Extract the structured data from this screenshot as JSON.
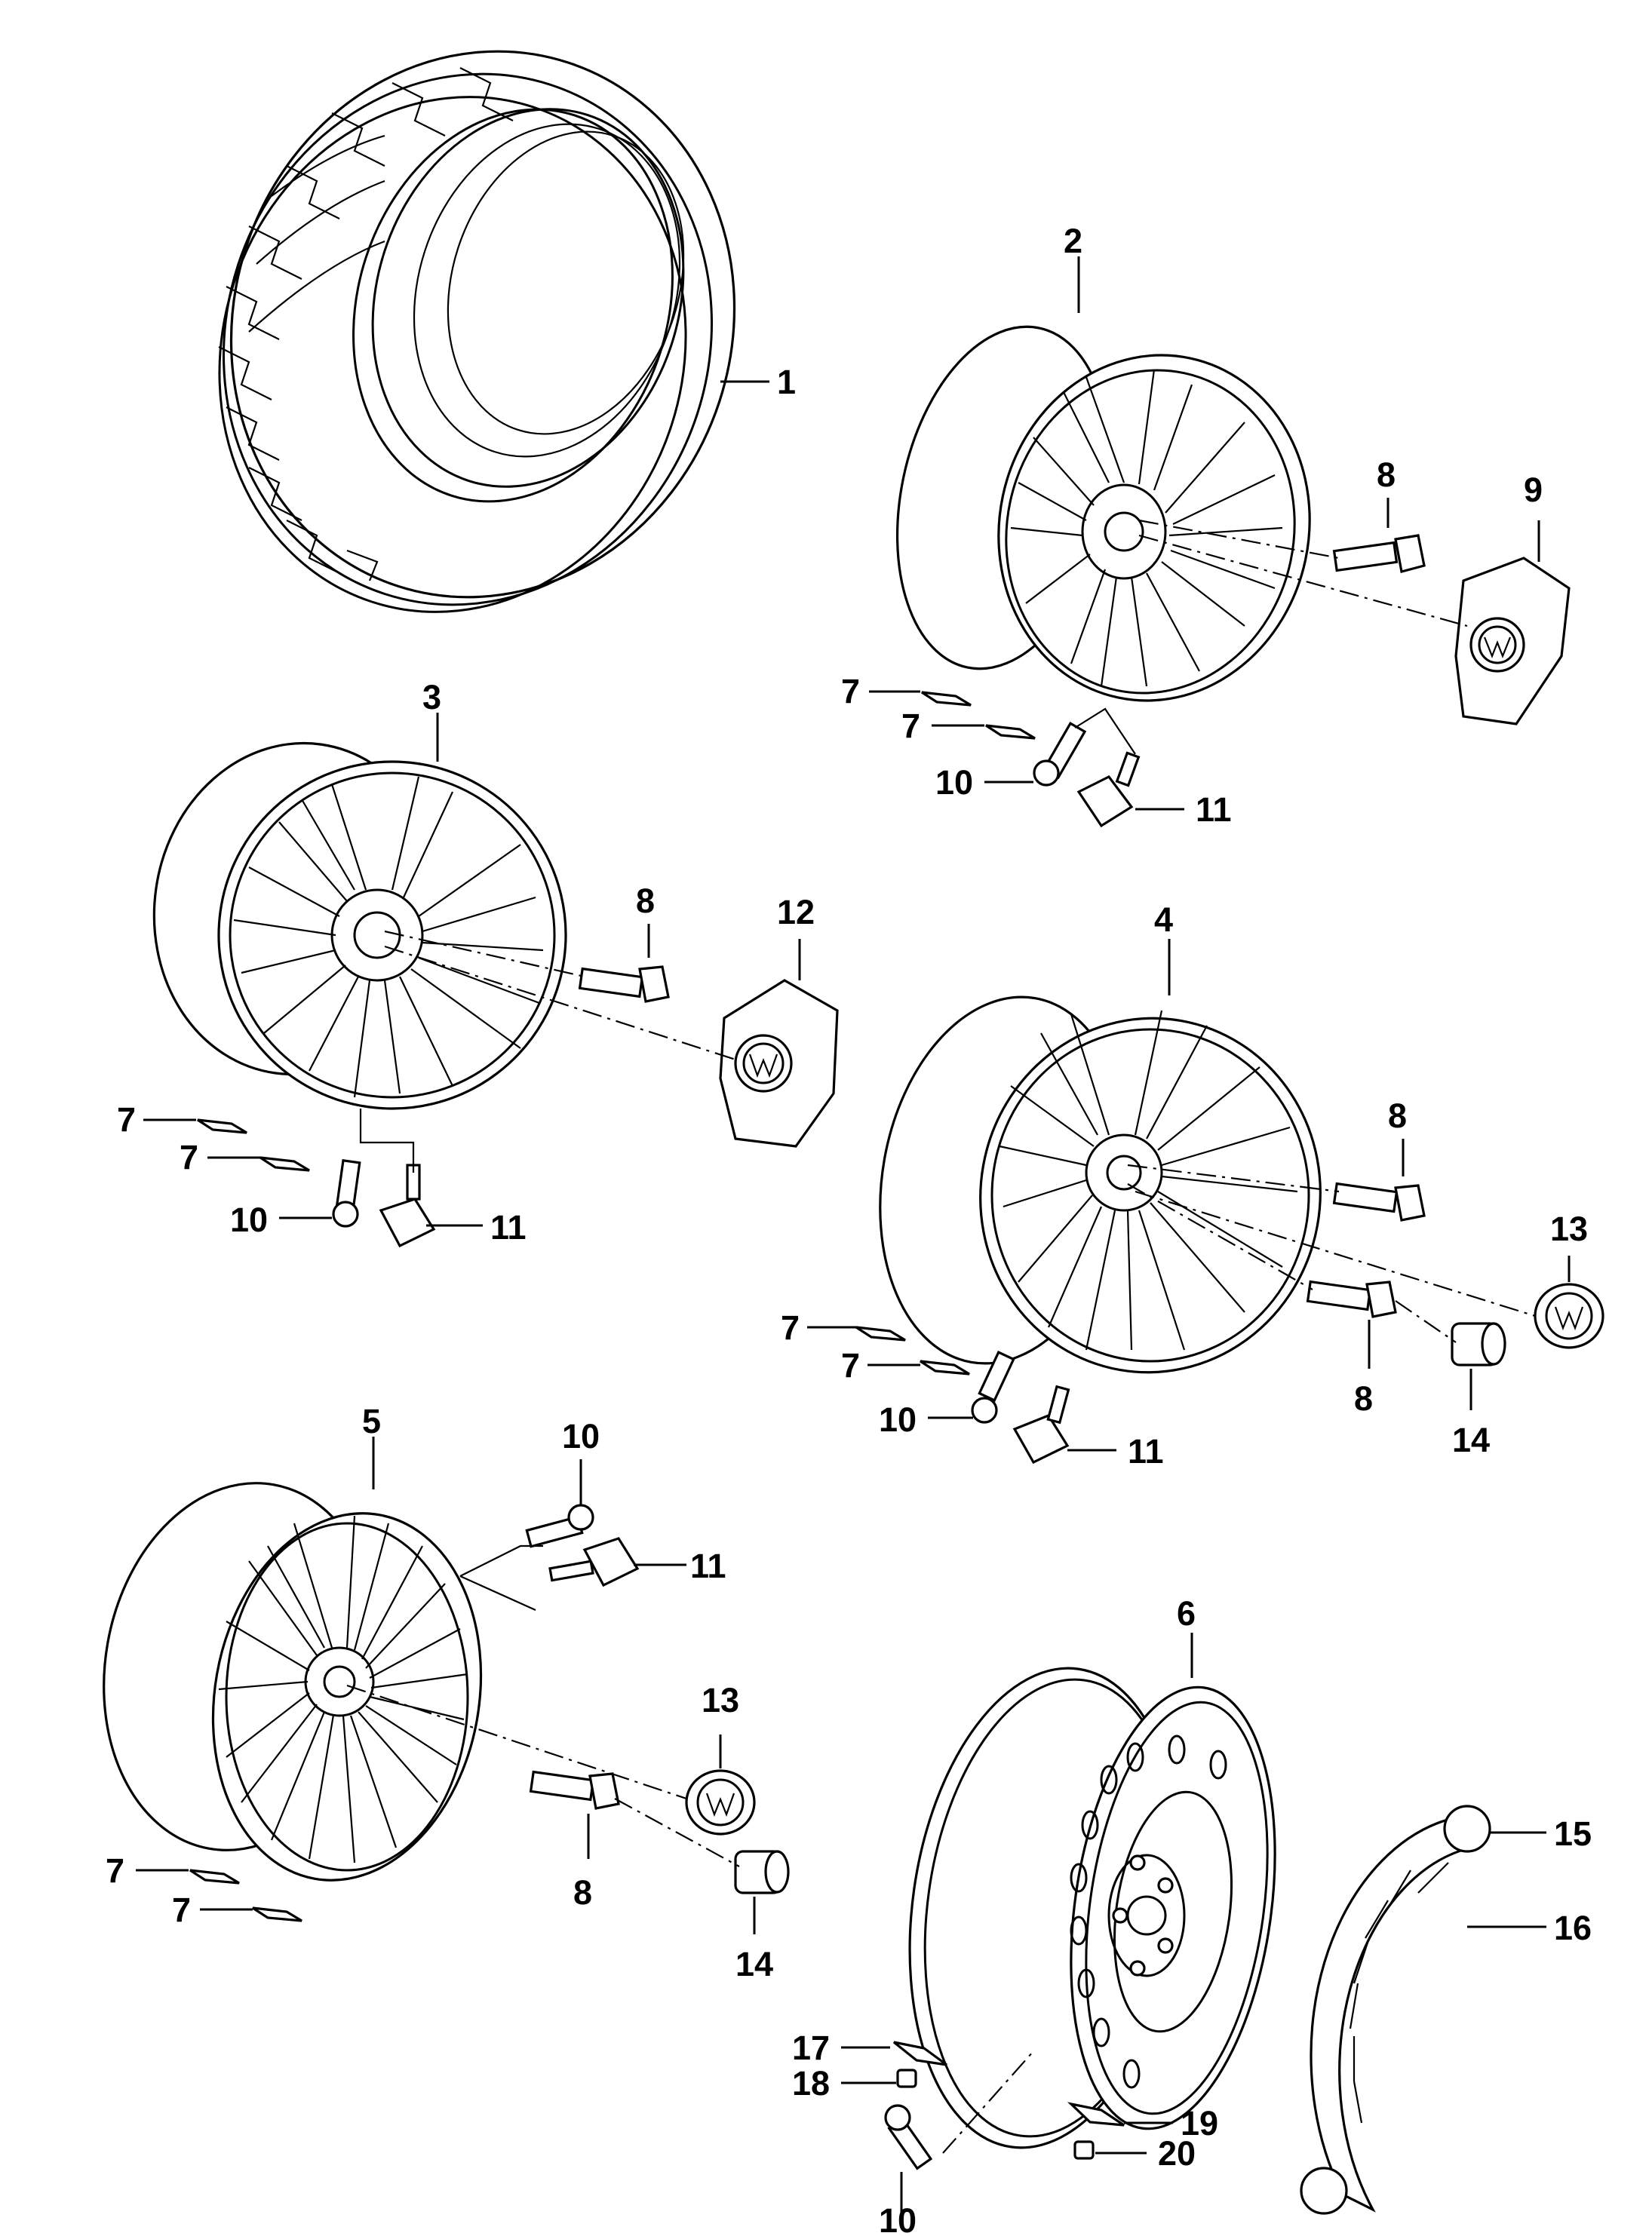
{
  "labels": {
    "l1": "1",
    "l2": "2",
    "l3": "3",
    "l4": "4",
    "l5": "5",
    "l6": "6",
    "l7": "7",
    "l8": "8",
    "l9": "9",
    "l10": "10",
    "l11": "11",
    "l12": "12",
    "l13": "13",
    "l14": "14",
    "l15": "15",
    "l16": "16",
    "l17": "17",
    "l18": "18",
    "l19": "19",
    "l20": "20"
  },
  "callouts": [
    {
      "name": "callout-1",
      "text": "1",
      "pos": "right of tyre"
    },
    {
      "name": "callout-2",
      "text": "2"
    },
    {
      "name": "callout-3",
      "text": "3"
    },
    {
      "name": "callout-4",
      "text": "4"
    },
    {
      "name": "callout-5",
      "text": "5"
    },
    {
      "name": "callout-6",
      "text": "6"
    }
  ],
  "colors": {
    "line": "#000000",
    "background": "#ffffff"
  }
}
